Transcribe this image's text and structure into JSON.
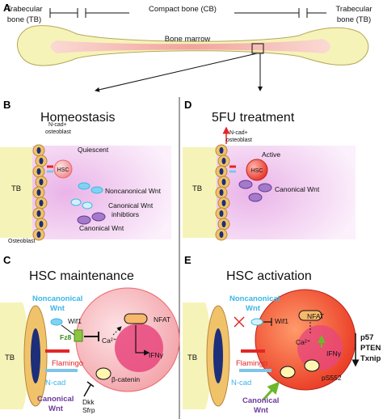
{
  "panels": {
    "A": {
      "letter": "A",
      "trabecular_left": [
        "Trabecular",
        "bone (TB)"
      ],
      "compact": "Compact bone (CB)",
      "trabecular_right": [
        "Trabecular",
        "bone (TB)"
      ],
      "marrow": "Bone marrow"
    },
    "B": {
      "letter": "B",
      "title": "Homeostasis",
      "ncad_osteoblast": [
        "N-cad+",
        "osteoblast"
      ],
      "quiescent": "Quiescent",
      "hsc": "HSC",
      "tb": "TB",
      "noncanonical": "Noncanonical Wnt",
      "inhibitors": [
        "Canonical Wnt",
        "inhibtiors"
      ],
      "canonical": "Canonical Wnt",
      "osteoblast": "Osteoblast"
    },
    "C": {
      "letter": "C",
      "title": "HSC maintenance",
      "tb": "TB",
      "noncanonical": [
        "Noncanonical",
        "Wnt"
      ],
      "wif1": "Wif1",
      "fz8": "Fz8",
      "flamingo": "Flamingo",
      "ncad": "N-cad",
      "canonical": [
        "Canonical",
        "Wnt"
      ],
      "dkk": "Dkk",
      "sfrp": "Sfrp",
      "nfat": "NFAT",
      "ca": "Ca²⁺",
      "ifn": "IFNγ",
      "bcatenin": "β-catenin"
    },
    "D": {
      "letter": "D",
      "title": "5FU treatment",
      "ncad_osteoblast": [
        "N-cad+",
        "osteoblast"
      ],
      "active": "Active",
      "hsc": "HSC",
      "tb": "TB",
      "canonical": "Canonical Wnt"
    },
    "E": {
      "letter": "E",
      "title": "HSC activation",
      "tb": "TB",
      "noncanonical": [
        "Noncanonical",
        "Wnt"
      ],
      "wif1": "Wif1",
      "flamingo": "Flamingo",
      "ncad": "N-cad",
      "canonical": [
        "Canonical",
        "Wnt"
      ],
      "nfat": "NFAT",
      "ca": "Ca²⁺",
      "ifn": "IFNγ",
      "ps552": "pS552",
      "targets": [
        "p57",
        "PTEN",
        "Txnip"
      ]
    }
  },
  "colors": {
    "bone_yellow": "#f6f3b8",
    "osteoblast": "#f0c36a",
    "nucleus": "#1d2f7a",
    "niche_pink": "#eec6ec",
    "hsc_red": "#ee3a36",
    "hsc_pink": "#f6a0a4",
    "noncanonical_blue": "#3ab6e6",
    "canonical_purple": "#6b3a9c",
    "fz8_green": "#8cc63f",
    "flamingo_red": "#e32626",
    "ncad_blue": "#7fc4ea"
  }
}
